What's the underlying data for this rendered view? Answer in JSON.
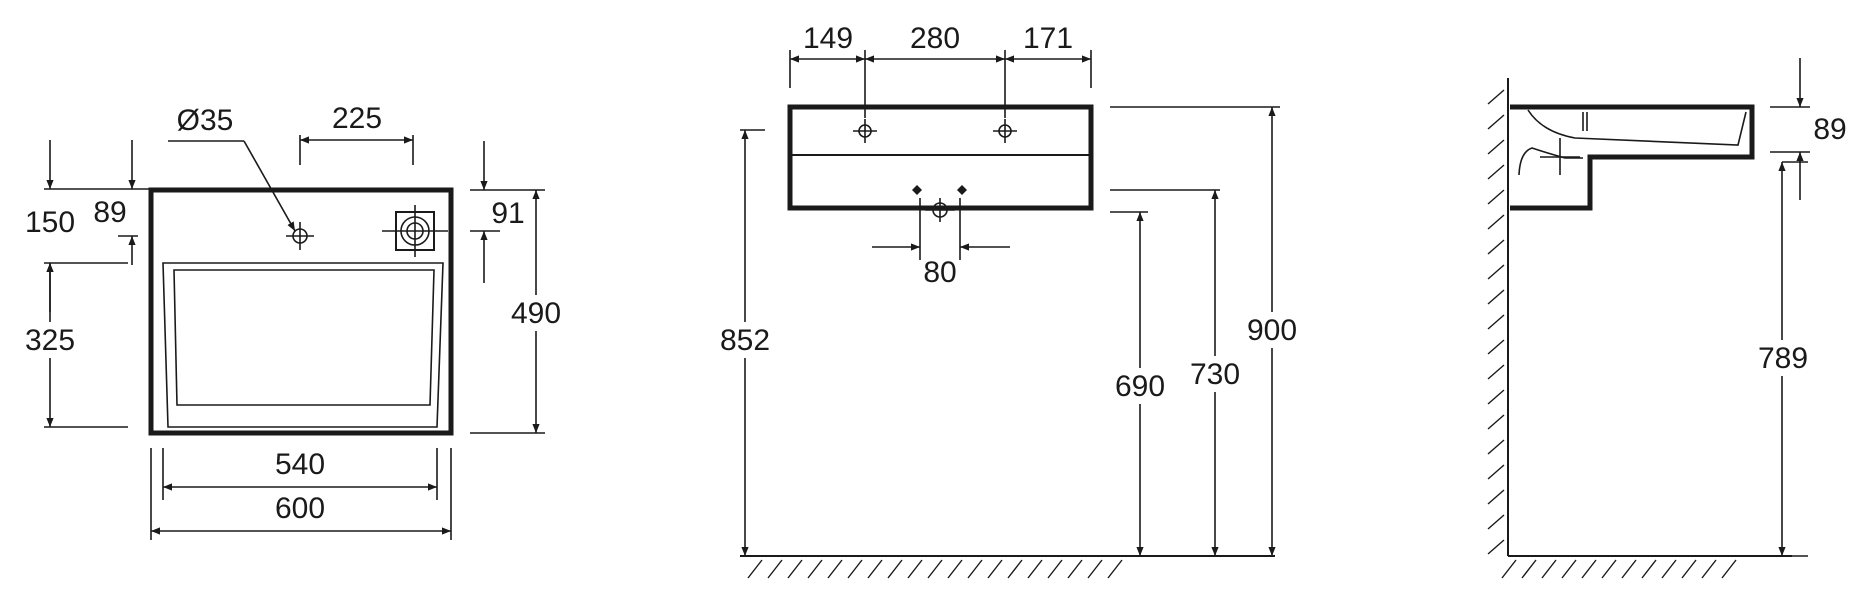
{
  "top_view": {
    "diameter_label": "Ø35",
    "dims": {
      "tap_spacing": "225",
      "overall_depth_left": "150",
      "tap_from_back": "89",
      "bowl_depth": "325",
      "right_offset": "91",
      "overall_depth_right": "490",
      "bowl_width": "540",
      "overall_width": "600"
    }
  },
  "front_view": {
    "dims": {
      "hole_left": "149",
      "hole_spacing": "280",
      "hole_right": "171",
      "drain_width": "80",
      "tap_height": "852",
      "bottom_height": "690",
      "underside_height": "730",
      "top_height": "900"
    }
  },
  "side_view": {
    "dims": {
      "rim_depth": "89",
      "mount_height": "789"
    }
  },
  "colors": {
    "line": "#1a1a1a",
    "background": "#ffffff"
  }
}
